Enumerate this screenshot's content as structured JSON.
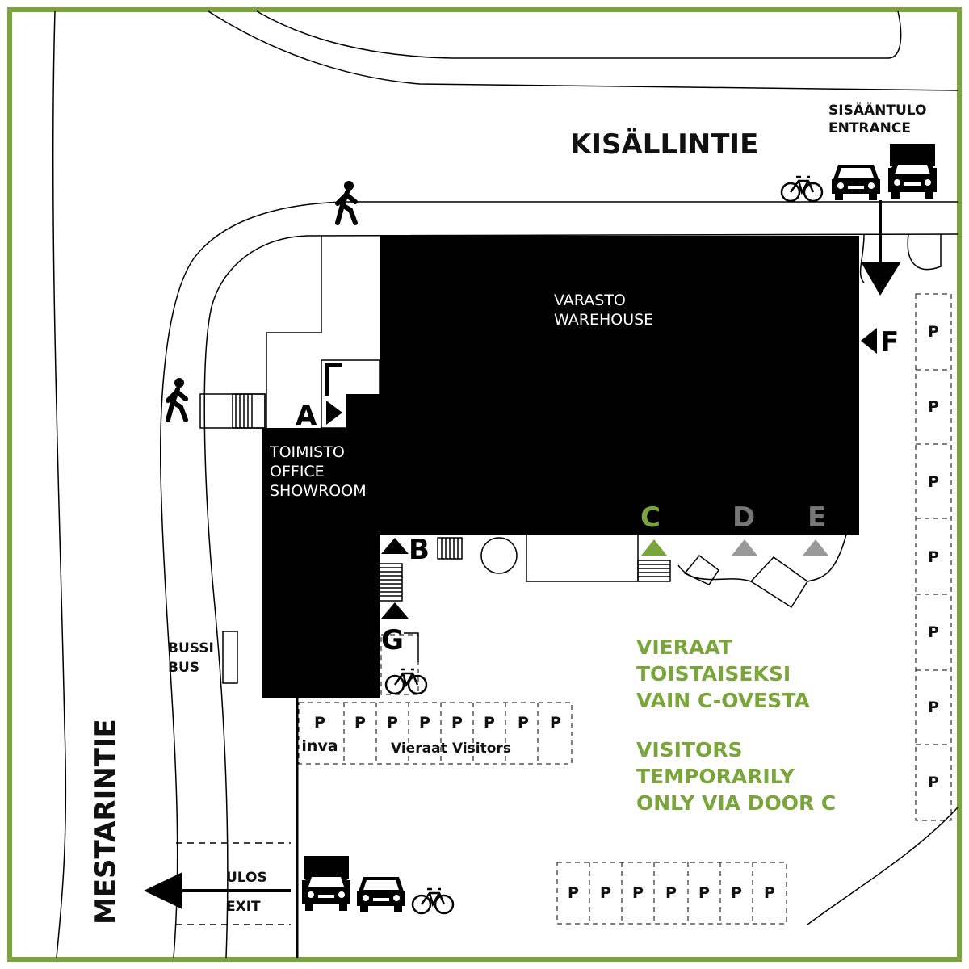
{
  "streets": {
    "north": "KISÄLLINTIE",
    "west": "MESTARINTIE"
  },
  "entrance": {
    "line1": "SISÄÄNTULO",
    "line2": "ENTRANCE"
  },
  "exit": {
    "line1": "ULOS",
    "line2": "EXIT"
  },
  "warehouse": {
    "line1": "VARASTO",
    "line2": "WAREHOUSE"
  },
  "office": {
    "line1": "TOIMISTO",
    "line2": "OFFICE",
    "line3": "SHOWROOM"
  },
  "bus_stop": {
    "line1": "BUSSI",
    "line2": "BUS"
  },
  "doors": {
    "a": "A",
    "b": "B",
    "c": "C",
    "d": "D",
    "e": "E",
    "f": "F",
    "g": "G"
  },
  "parking": {
    "symbol": "P",
    "accessible_label": "inva",
    "visitors_fi": "Vieraat",
    "visitors_en": "Visitors"
  },
  "notice": {
    "fi_line1": "VIERAAT",
    "fi_line2": "TOISTAISEKSI",
    "fi_line3": "VAIN C-OVESTA",
    "en_line1": "VISITORS",
    "en_line2": "TEMPORARILY",
    "en_line3": "ONLY VIA DOOR C"
  },
  "icons": [
    "pedestrian-icon",
    "bicycle-icon",
    "car-icon",
    "truck-icon",
    "arrow-icon"
  ],
  "colors": {
    "frame": "#7aa53b",
    "visitor_door": "#7aa53b",
    "inactive_door": "#777777",
    "building": "#000000"
  }
}
